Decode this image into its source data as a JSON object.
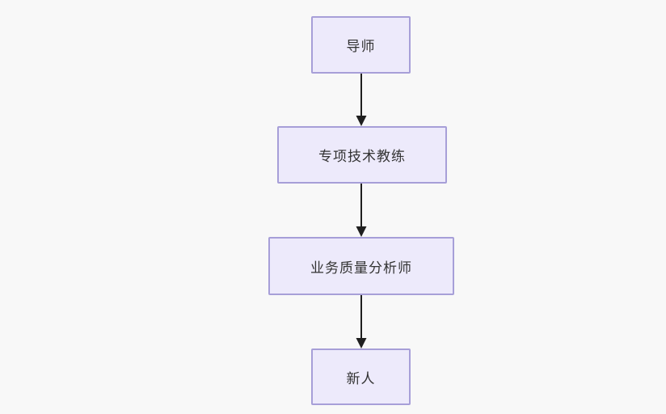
{
  "page": {
    "background_color": "#f8f8f8"
  },
  "diagram": {
    "type": "flowchart",
    "direction": "top-down",
    "node_fill_color": "#edeafb",
    "node_border_color": "#a79fd8",
    "node_text_color": "#333333",
    "arrow_color": "#1f1f1f",
    "nodes": [
      {
        "id": "mentor",
        "label": "导师"
      },
      {
        "id": "tech-coach",
        "label": "专项技术教练"
      },
      {
        "id": "quality-analyst",
        "label": "业务质量分析师"
      },
      {
        "id": "newcomer",
        "label": "新人"
      }
    ],
    "edges": [
      {
        "from": "mentor",
        "to": "tech-coach"
      },
      {
        "from": "tech-coach",
        "to": "quality-analyst"
      },
      {
        "from": "quality-analyst",
        "to": "newcomer"
      }
    ]
  }
}
